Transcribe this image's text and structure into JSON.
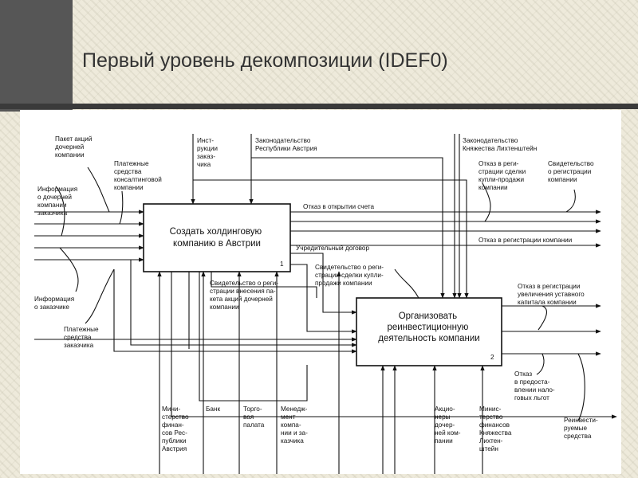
{
  "slide": {
    "title": "Первый уровень декомпозиции (IDEF0)"
  },
  "colors": {
    "frame_bar": "#565656",
    "rule": "#3a3a3a",
    "paper": "#ffffff",
    "ink": "#111111"
  },
  "blocks": [
    {
      "title_lines": [
        "Создать холдинговую",
        "компанию в Австрии"
      ],
      "number": "1"
    },
    {
      "title_lines": [
        "Организовать",
        "реинвестиционную",
        "деятельность компании"
      ],
      "number": "2"
    }
  ],
  "inputs": {
    "package": [
      "Пакет акций",
      "дочерней",
      "компании"
    ],
    "payments_consult": [
      "Платежные",
      "средства",
      "консалтинговой",
      "компании"
    ],
    "client_info": [
      "Информация",
      "о дочерней",
      "компании",
      "заказчика"
    ],
    "customer_info": [
      "Информация",
      "о заказчике"
    ],
    "client_payments": [
      "Платежные",
      "средства",
      "заказчика"
    ]
  },
  "controls": {
    "instructions": [
      "Инст-",
      "рукции",
      "заказ-",
      "чика"
    ],
    "austria_law": [
      "Законодательство",
      "Республики Австрия"
    ],
    "liechtenstein_law": [
      "Законодательство",
      "Княжества Лихтенштейн"
    ]
  },
  "outputs": {
    "refusal_register_deal": [
      "Отказ в реги-",
      "страции сделки",
      "купли-продажи",
      "компании"
    ],
    "company_certificate": [
      "Свидетельство",
      "о регистрации",
      "компании"
    ],
    "refusal_account": "Отказ в открытии  счета",
    "refusal_company_reg": "Отказ в регистрации компании",
    "founding_contract": "Учредительный договор",
    "deal_certificate": [
      "Свидетельство о реги-",
      "страции сделки купли-",
      "продажи компании"
    ],
    "package_certificate": [
      "Свидетельство о реги-",
      "страции внесения па-",
      "кета акций дочерней",
      "компании"
    ],
    "refusal_capital": [
      "Отказ в регистрации",
      "увеличения уставного",
      "капитала компании"
    ],
    "refusal_benefits": [
      "Отказ",
      "в предоста-",
      "влении нало-",
      "говых льгот"
    ],
    "reinvested_funds": [
      "Реинвести-",
      "руемые",
      "средства"
    ]
  },
  "mechanisms": {
    "finance_ministry_at": [
      "Мини-",
      "стерство",
      "финан-",
      "сов Рес-",
      "публики",
      "Австрия"
    ],
    "bank": [
      "Банк"
    ],
    "chamber": [
      "Торго-",
      "вая",
      "палата"
    ],
    "management": [
      "Менедж-",
      "мент",
      "компа-",
      "нии и за-",
      "казчика"
    ],
    "shareholders": [
      "Акцио-",
      "неры",
      "дочер-",
      "ней ком-",
      "пании"
    ],
    "finance_ministry_li": [
      "Минис-",
      "терство",
      "финансов",
      "Княжества",
      "Лихтен-",
      "штейн"
    ]
  }
}
